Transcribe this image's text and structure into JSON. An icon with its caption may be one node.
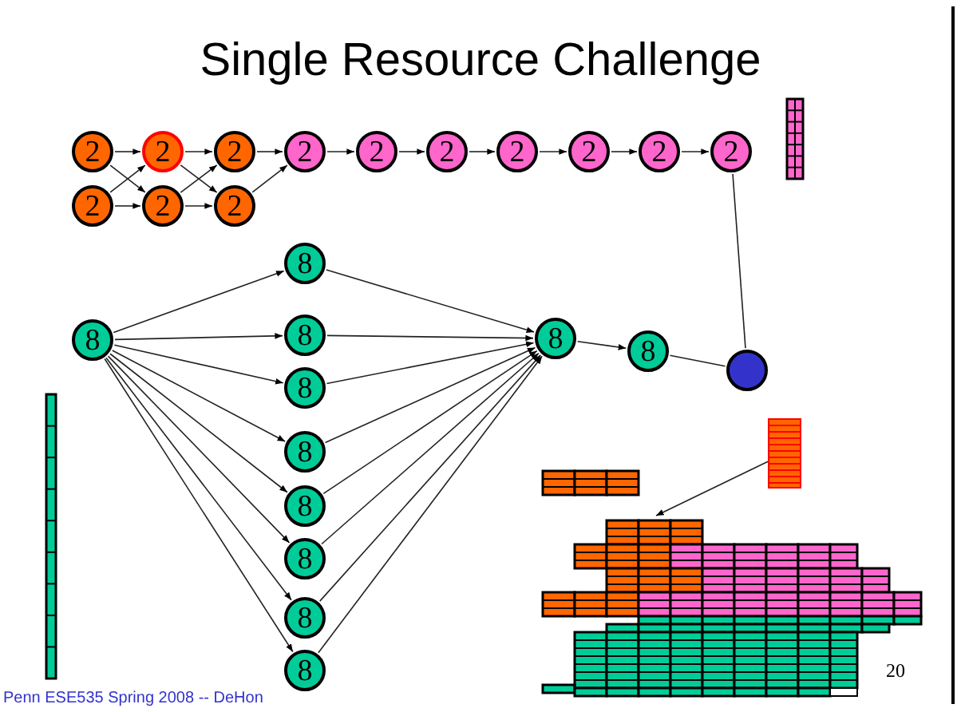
{
  "diagram": {
    "title": "Single Resource Challenge",
    "nodes": [
      {
        "text": [
          "2"
        ]
      },
      {
        "text": [
          "2"
        ]
      },
      {
        "text": [
          "2"
        ]
      },
      {
        "text": [
          "2"
        ]
      },
      {
        "text": [
          "2"
        ]
      },
      {
        "text": [
          "2"
        ]
      },
      {
        "text": [
          "2"
        ]
      },
      {
        "text": [
          "2"
        ]
      },
      {
        "text": [
          "2"
        ]
      },
      {
        "text": [
          "2"
        ]
      },
      {
        "text": [
          "2"
        ]
      },
      {
        "text": [
          "2"
        ]
      },
      {
        "text": [
          "2"
        ]
      },
      {
        "text": [
          "8"
        ]
      },
      {
        "text": [
          "8"
        ]
      },
      {
        "text": [
          "8"
        ]
      },
      {
        "text": [
          "8"
        ]
      },
      {
        "text": [
          "8"
        ]
      },
      {
        "text": [],
        "shape": "circle"
      },
      {
        "text": [
          "8"
        ]
      },
      {
        "text": [
          "8"
        ]
      },
      {
        "text": [
          "8"
        ]
      },
      {
        "text": [
          "8"
        ]
      },
      {
        "text": [
          "8"
        ]
      },
      {
        "text": [
          "8"
        ]
      },
      {
        "text": [],
        "shape": "bar"
      },
      {
        "text": [],
        "shape": "picture"
      }
    ],
    "edges": [
      {
        "from": 0,
        "to": 1,
        "arrow": "to"
      },
      {
        "from": 0,
        "to": 11,
        "arrow": "to"
      },
      {
        "from": 10,
        "to": 1,
        "arrow": "to"
      },
      {
        "from": 10,
        "to": 11,
        "arrow": "to"
      },
      {
        "from": 1,
        "to": 2,
        "arrow": "to"
      },
      {
        "from": 1,
        "to": 12,
        "arrow": "to"
      },
      {
        "from": 11,
        "to": 2,
        "arrow": "to"
      },
      {
        "from": 11,
        "to": 12,
        "arrow": "to"
      },
      {
        "from": 2,
        "to": 3,
        "arrow": "to"
      },
      {
        "from": 12,
        "to": 3,
        "arrow": "to"
      },
      {
        "from": 3,
        "to": 4,
        "arrow": "to"
      },
      {
        "from": 4,
        "to": 5,
        "arrow": "to"
      },
      {
        "from": 5,
        "to": 6,
        "arrow": "to"
      },
      {
        "from": 6,
        "to": 7,
        "arrow": "to"
      },
      {
        "from": 7,
        "to": 8,
        "arrow": "to"
      },
      {
        "from": 8,
        "to": 9,
        "arrow": "to"
      },
      {
        "from": 9,
        "to": 18,
        "arrow": "none"
      },
      {
        "from": 14,
        "to": 13,
        "arrow": "to"
      },
      {
        "from": 14,
        "to": 15,
        "arrow": "to"
      },
      {
        "from": 14,
        "to": 19,
        "arrow": "to"
      },
      {
        "from": 14,
        "to": 20,
        "arrow": "to"
      },
      {
        "from": 14,
        "to": 21,
        "arrow": "to"
      },
      {
        "from": 14,
        "to": 22,
        "arrow": "to"
      },
      {
        "from": 14,
        "to": 23,
        "arrow": "to"
      },
      {
        "from": 14,
        "to": 24,
        "arrow": "to"
      },
      {
        "from": 13,
        "to": 16,
        "arrow": "to"
      },
      {
        "from": 15,
        "to": 16,
        "arrow": "to"
      },
      {
        "from": 19,
        "to": 16,
        "arrow": "to"
      },
      {
        "from": 20,
        "to": 16,
        "arrow": "to"
      },
      {
        "from": 21,
        "to": 16,
        "arrow": "to"
      },
      {
        "from": 22,
        "to": 16,
        "arrow": "to"
      },
      {
        "from": 23,
        "to": 16,
        "arrow": "to"
      },
      {
        "from": 24,
        "to": 16,
        "arrow": "to"
      },
      {
        "from": 16,
        "to": 17,
        "arrow": "to"
      },
      {
        "from": 17,
        "to": 18,
        "arrow": "none"
      },
      {
        "from": 25,
        "to": 26,
        "arrow": "to"
      }
    ],
    "labels": [
      "20",
      "Penn ESE535 Spring 2008 -- DeHon"
    ]
  }
}
